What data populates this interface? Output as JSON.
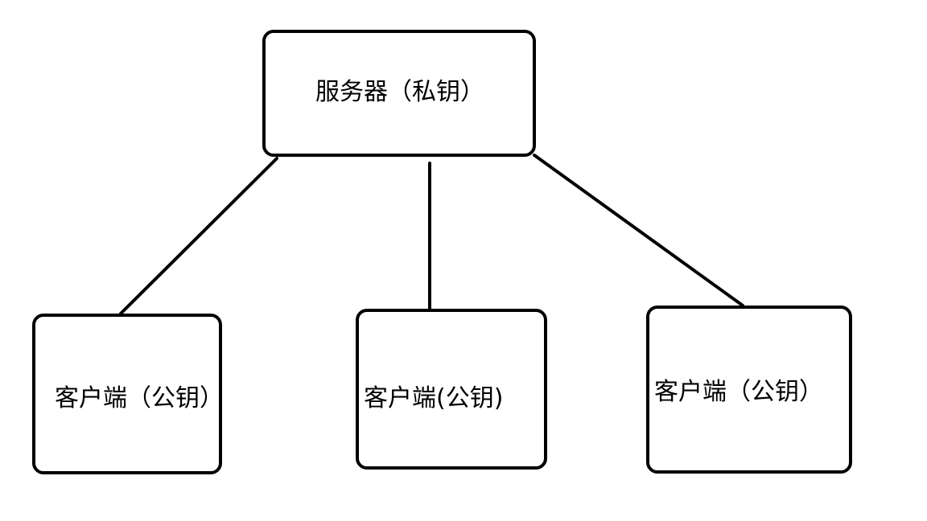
{
  "diagram": {
    "server": {
      "label": "服务器（私钥）"
    },
    "clients": [
      {
        "label": "客户端（公钥）"
      },
      {
        "label": "客户端(公钥)"
      },
      {
        "label": "客户端（公钥）"
      }
    ],
    "line_color": "#000000",
    "box_border_color": "#000000",
    "background_color": "#ffffff"
  }
}
